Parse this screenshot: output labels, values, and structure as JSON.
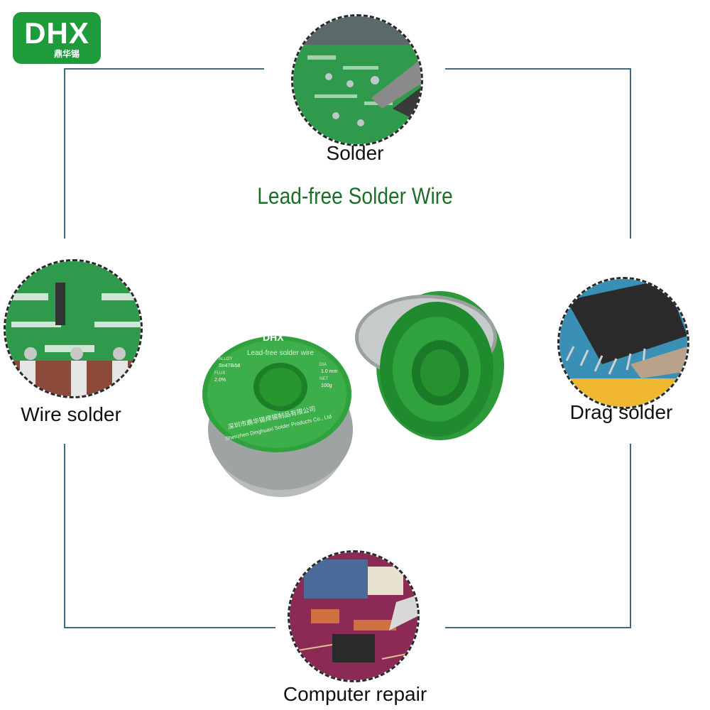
{
  "brand": {
    "logo_text": "DHX",
    "logo_subtext": "鼎华锡"
  },
  "title": "Lead-free Solder Wire",
  "applications": [
    {
      "label": "Solder"
    },
    {
      "label": "Wire solder"
    },
    {
      "label": "Drag solder"
    },
    {
      "label": "Computer repair"
    }
  ],
  "spool": {
    "brand": "DHX",
    "product": "Lead-free solder wire",
    "alloy_label": "ALLOY",
    "alloy_value": "Sn47Bi58",
    "flux_label": "FLUX",
    "flux_value": "2.0%",
    "dia_label": "DIA",
    "dia_value": "1.0 mm",
    "net_label": "NET",
    "net_value": "100g",
    "company_cn": "深圳市鼎华锡焊锡制品有限公司",
    "company_en": "Shenzhen Dinghuaxi Solder Products Co., Ltd"
  },
  "colors": {
    "frame": "#3f6b80",
    "brand_green": "#1e9c3c",
    "title_green": "#1e6e2a"
  }
}
